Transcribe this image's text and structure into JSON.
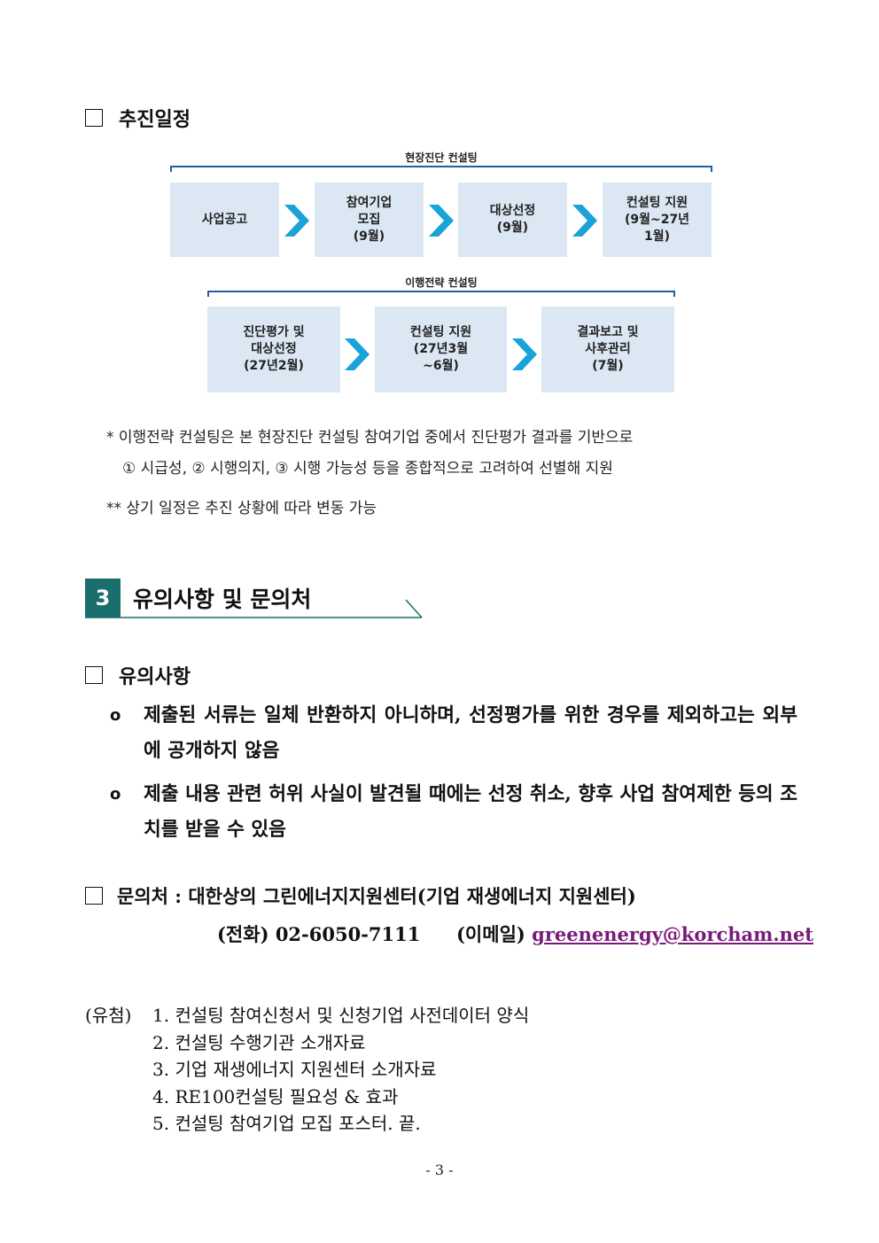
{
  "schedule": {
    "heading": "추진일정",
    "row1_label": "현장진단 컨설팅",
    "row1_steps": [
      "사업공고",
      "참여기업\n모집\n(9월)",
      "대상선정\n(9월)",
      "컨설팅 지원\n(9월~27년\n1월)"
    ],
    "row2_label": "이행전략 컨설팅",
    "row2_steps": [
      "진단평가 및\n대상선정\n(27년2월)",
      "컨설팅 지원\n(27년3월\n~6월)",
      "결과보고 및\n사후관리\n(7월)"
    ],
    "note1_line1": "* 이행전략 컨설팅은 본 현장진단 컨설팅 참여기업 중에서 진단평가 결과를 기반으로",
    "note1_line2": "① 시급성, ② 시행의지, ③ 시행 가능성 등을 종합적으로 고려하여 선별해 지원",
    "note2": "** 상기 일정은 추진 상황에 따라 변동 가능"
  },
  "section3": {
    "number": "3",
    "title": "유의사항 및 문의처"
  },
  "cautions": {
    "heading": "유의사항",
    "bullet_mark": "o",
    "items": [
      "제출된 서류는 일체 반환하지 아니하며, 선정평가를 위한 경우를 제외하고는 외부에 공개하지 않음",
      "제출 내용 관련 허위 사실이 발견될 때에는 선정 취소, 향후 사업 참여제한 등의 조치를 받을 수 있음"
    ]
  },
  "contact": {
    "heading": "문의처 : 대한상의 그린에너지지원센터(기업 재생에너지 지원센터)",
    "phone": "(전화) 02-6050-7111",
    "email_label": "(이메일)",
    "email": "greenenergy@korcham.net"
  },
  "attachments": {
    "label": "(유첨)",
    "items": [
      "1. 컨설팅 참여신청서 및 신청기업 사전데이터 양식",
      "2. 컨설팅 수행기관 소개자료",
      "3. 기업 재생에너지 지원센터 소개자료",
      "4. RE100컨설팅 필요성 & 효과",
      "5. 컨설팅 참여기업 모집 포스터. 끝."
    ]
  },
  "page_number": "- 3 -",
  "colors": {
    "step_bg": "#dbe8f3",
    "chevron": "#1aa3d9",
    "bracket": "#1f5fa8",
    "section_num_bg": "#1a6e6e",
    "email": "#7a1a7a"
  }
}
